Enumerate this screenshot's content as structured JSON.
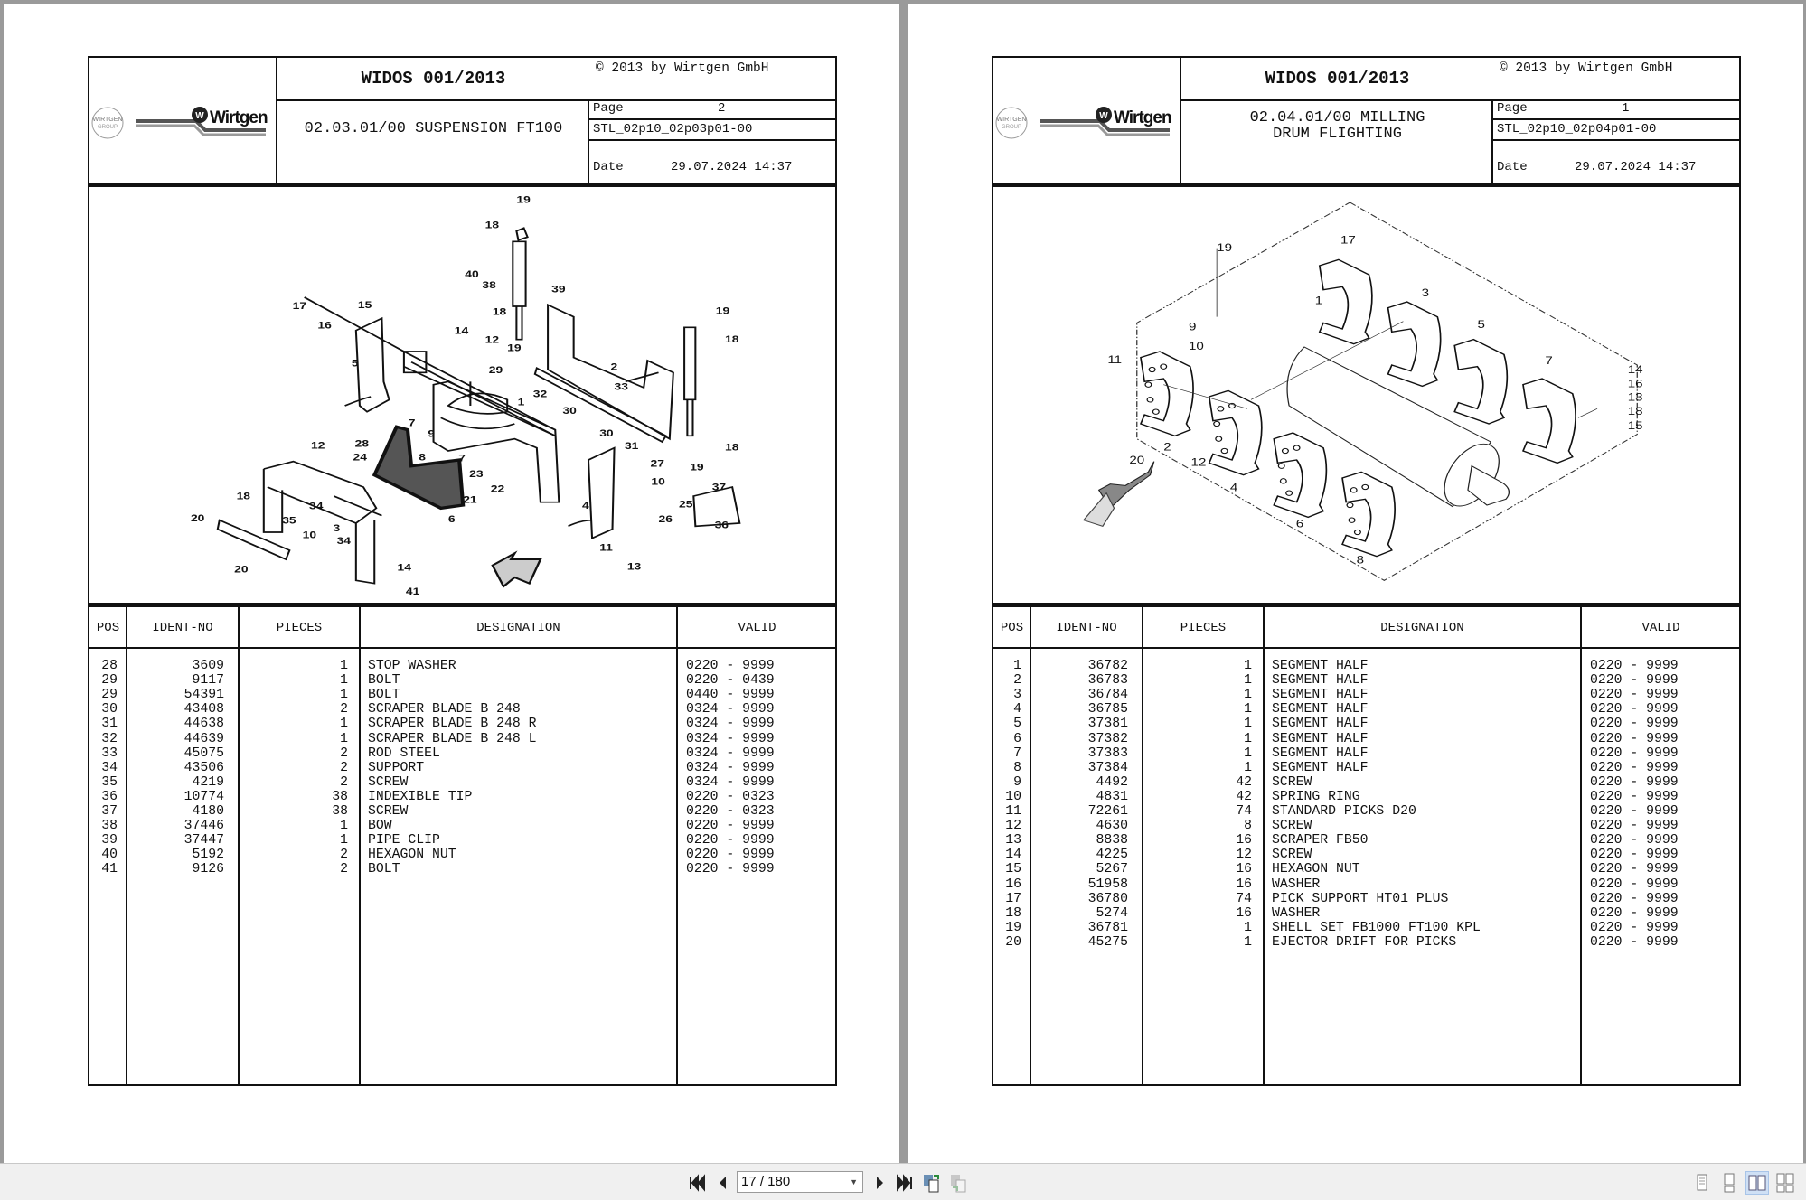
{
  "viewer": {
    "page_indicator": "17 / 180",
    "buttons": [
      "first-page",
      "previous-page",
      "next-page",
      "last-page",
      "rotate-clockwise",
      "rotate-counterclockwise"
    ],
    "view_modes": [
      "single-page",
      "continuous",
      "two-page",
      "two-page-continuous"
    ],
    "active_view_mode": "two-page"
  },
  "pages": [
    {
      "logo": {
        "group_text": "WIRTGEN GROUP",
        "brand": "Wirtgen"
      },
      "title": "WIDOS 001/2013",
      "copyright": "© 2013 by Wirtgen GmbH",
      "subtitle": "02.03.01/00 SUSPENSION FT100",
      "page_label": "Page",
      "page_no": "2",
      "doc_id": "STL_02p10_02p03p01-00",
      "date_label": "Date",
      "date": "29.07.2024  14:37",
      "callouts": [
        "19",
        "18",
        "40",
        "38",
        "39",
        "17",
        "15",
        "16",
        "18",
        "14",
        "12",
        "19",
        "29",
        "5",
        "2",
        "33",
        "32",
        "30",
        "1",
        "30",
        "31",
        "18",
        "19",
        "37",
        "36",
        "27",
        "10",
        "25",
        "26",
        "4",
        "11",
        "13",
        "7",
        "9",
        "8",
        "7",
        "23",
        "21",
        "22",
        "6",
        "28",
        "24",
        "12",
        "18",
        "20",
        "34",
        "35",
        "3",
        "34",
        "10",
        "20",
        "14",
        "41",
        "19",
        "18"
      ],
      "table": {
        "headers": [
          "POS",
          "IDENT-NO",
          "PIECES",
          "DESIGNATION",
          "VALID"
        ],
        "rows": [
          [
            "28",
            "3609",
            "1",
            "STOP WASHER",
            "0220 - 9999"
          ],
          [
            "29",
            "9117",
            "1",
            "BOLT",
            "0220 - 0439"
          ],
          [
            "29",
            "54391",
            "1",
            "BOLT",
            "0440 - 9999"
          ],
          [
            "30",
            "43408",
            "2",
            "SCRAPER BLADE B 248",
            "0324 - 9999"
          ],
          [
            "31",
            "44638",
            "1",
            "SCRAPER BLADE B 248 R",
            "0324 - 9999"
          ],
          [
            "32",
            "44639",
            "1",
            "SCRAPER BLADE B 248 L",
            "0324 - 9999"
          ],
          [
            "33",
            "45075",
            "2",
            "ROD STEEL",
            "0324 - 9999"
          ],
          [
            "34",
            "43506",
            "2",
            "SUPPORT",
            "0324 - 9999"
          ],
          [
            "35",
            "4219",
            "2",
            "SCREW",
            "0324 - 9999"
          ],
          [
            "36",
            "10774",
            "38",
            "INDEXIBLE TIP",
            "0220 - 0323"
          ],
          [
            "37",
            "4180",
            "38",
            "SCREW",
            "0220 - 0323"
          ],
          [
            "38",
            "37446",
            "1",
            "BOW",
            "0220 - 9999"
          ],
          [
            "39",
            "37447",
            "1",
            "PIPE CLIP",
            "0220 - 9999"
          ],
          [
            "40",
            "5192",
            "2",
            "HEXAGON NUT",
            "0220 - 9999"
          ],
          [
            "41",
            "9126",
            "2",
            "BOLT",
            "0220 - 9999"
          ]
        ]
      }
    },
    {
      "logo": {
        "group_text": "WIRTGEN GROUP",
        "brand": "Wirtgen"
      },
      "title": "WIDOS 001/2013",
      "copyright": "© 2013 by Wirtgen GmbH",
      "subtitle": "02.04.01/00 MILLING DRUM FLIGHTING",
      "page_label": "Page",
      "page_no": "1",
      "doc_id": "STL_02p10_02p04p01-00",
      "date_label": "Date",
      "date": "29.07.2024  14:37",
      "callouts": [
        "19",
        "17",
        "1",
        "3",
        "5",
        "7",
        "9",
        "10",
        "11",
        "14",
        "16",
        "13",
        "18",
        "15",
        "2",
        "12",
        "4",
        "20",
        "6",
        "8"
      ],
      "table": {
        "headers": [
          "POS",
          "IDENT-NO",
          "PIECES",
          "DESIGNATION",
          "VALID"
        ],
        "rows": [
          [
            "1",
            "36782",
            "1",
            "SEGMENT HALF",
            "0220 - 9999"
          ],
          [
            "2",
            "36783",
            "1",
            "SEGMENT HALF",
            "0220 - 9999"
          ],
          [
            "3",
            "36784",
            "1",
            "SEGMENT HALF",
            "0220 - 9999"
          ],
          [
            "4",
            "36785",
            "1",
            "SEGMENT HALF",
            "0220 - 9999"
          ],
          [
            "5",
            "37381",
            "1",
            "SEGMENT HALF",
            "0220 - 9999"
          ],
          [
            "6",
            "37382",
            "1",
            "SEGMENT HALF",
            "0220 - 9999"
          ],
          [
            "7",
            "37383",
            "1",
            "SEGMENT HALF",
            "0220 - 9999"
          ],
          [
            "8",
            "37384",
            "1",
            "SEGMENT HALF",
            "0220 - 9999"
          ],
          [
            "9",
            "4492",
            "42",
            "SCREW",
            "0220 - 9999"
          ],
          [
            "10",
            "4831",
            "42",
            "SPRING RING",
            "0220 - 9999"
          ],
          [
            "11",
            "72261",
            "74",
            "STANDARD PICKS D20",
            "0220 - 9999"
          ],
          [
            "12",
            "4630",
            "8",
            "SCREW",
            "0220 - 9999"
          ],
          [
            "13",
            "8838",
            "16",
            "SCRAPER FB50",
            "0220 - 9999"
          ],
          [
            "14",
            "4225",
            "12",
            "SCREW",
            "0220 - 9999"
          ],
          [
            "15",
            "5267",
            "16",
            "HEXAGON NUT",
            "0220 - 9999"
          ],
          [
            "16",
            "51958",
            "16",
            "WASHER",
            "0220 - 9999"
          ],
          [
            "17",
            "36780",
            "74",
            "PICK SUPPORT HT01 PLUS",
            "0220 - 9999"
          ],
          [
            "18",
            "5274",
            "16",
            "WASHER",
            "0220 - 9999"
          ],
          [
            "19",
            "36781",
            "1",
            "SHELL SET FB1000 FT100 KPL",
            "0220 - 9999"
          ],
          [
            "20",
            "45275",
            "1",
            "EJECTOR DRIFT FOR PICKS",
            "0220 - 9999"
          ]
        ]
      }
    }
  ]
}
